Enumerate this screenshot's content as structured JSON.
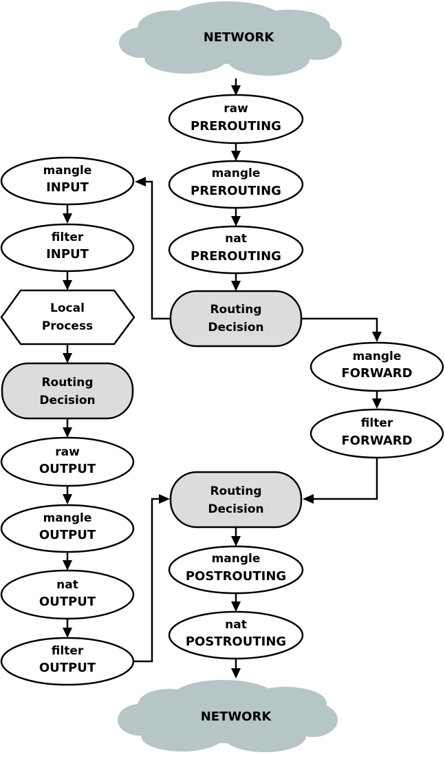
{
  "colors": {
    "cloud": "#b6c5c5",
    "decision_fill": "#dcdcdc",
    "node_fill": "#ffffff",
    "stroke": "#000000"
  },
  "clouds": {
    "top": "NETWORK",
    "bottom": "NETWORK"
  },
  "nodes": {
    "raw_prerouting": [
      "raw",
      "PREROUTING"
    ],
    "mangle_prerouting": [
      "mangle",
      "PREROUTING"
    ],
    "nat_prerouting": [
      "nat",
      "PREROUTING"
    ],
    "routing_decision_1": [
      "Routing",
      "Decision"
    ],
    "mangle_input": [
      "mangle",
      "INPUT"
    ],
    "filter_input": [
      "filter",
      "INPUT"
    ],
    "local_process": [
      "Local",
      "Process"
    ],
    "routing_decision_2": [
      "Routing",
      "Decision"
    ],
    "raw_output": [
      "raw",
      "OUTPUT"
    ],
    "mangle_output": [
      "mangle",
      "OUTPUT"
    ],
    "nat_output": [
      "nat",
      "OUTPUT"
    ],
    "filter_output": [
      "filter",
      "OUTPUT"
    ],
    "mangle_forward": [
      "mangle",
      "FORWARD"
    ],
    "filter_forward": [
      "filter",
      "FORWARD"
    ],
    "routing_decision_3": [
      "Routing",
      "Decision"
    ],
    "mangle_postrouting": [
      "mangle",
      "POSTROUTING"
    ],
    "nat_postrouting": [
      "nat",
      "POSTROUTING"
    ]
  }
}
